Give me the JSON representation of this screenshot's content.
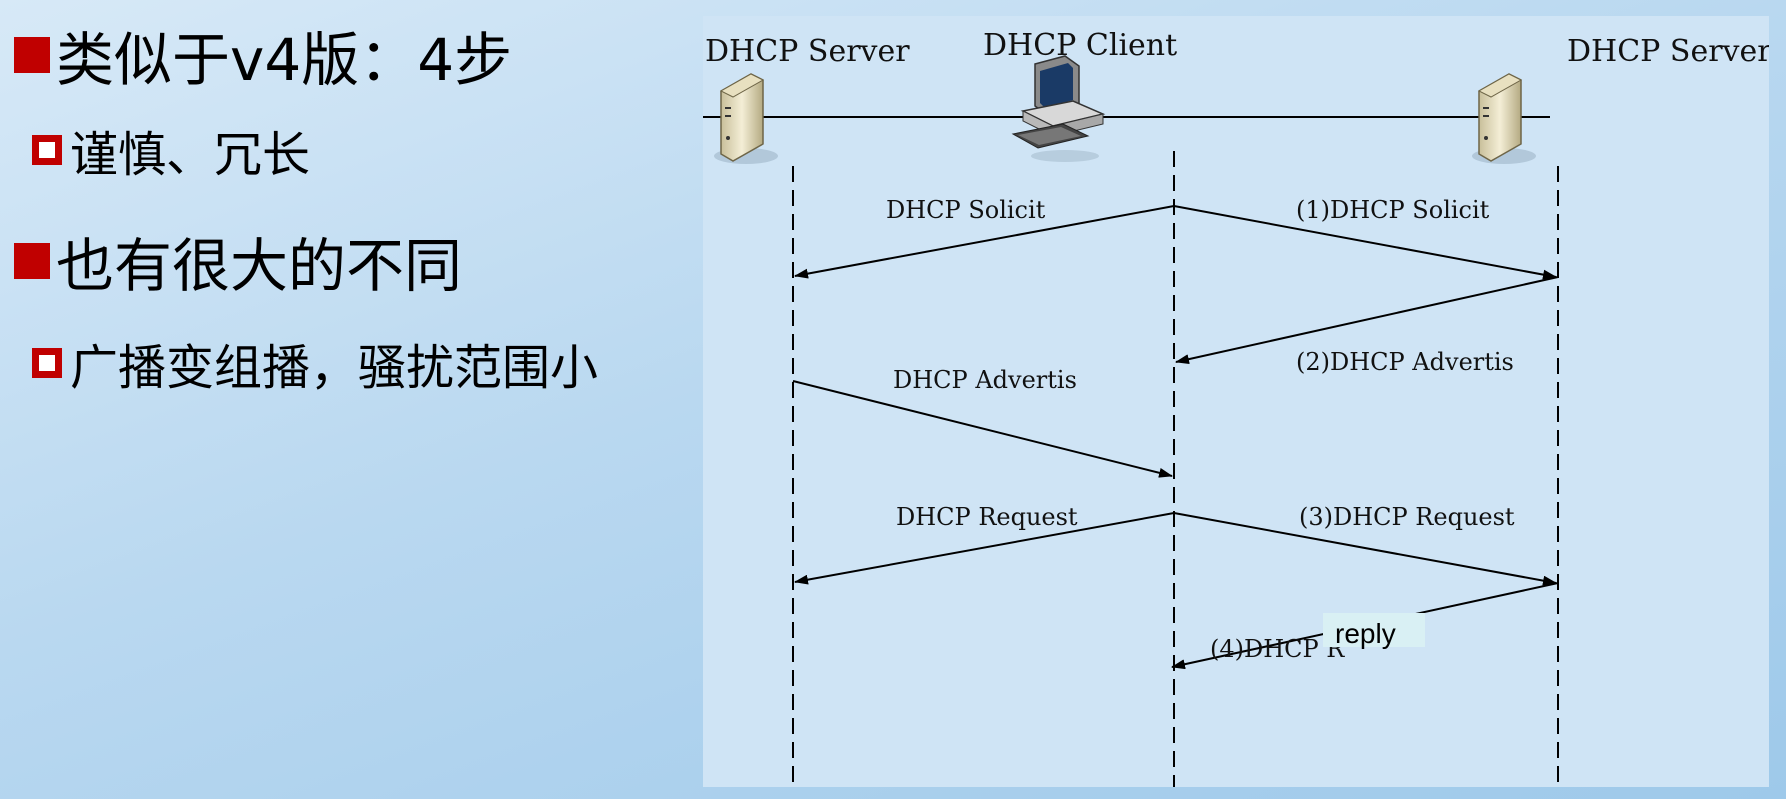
{
  "bullets": [
    {
      "text": "类似于v4版：4步"
    },
    {
      "text": "谨慎、冗长"
    },
    {
      "text": "也有很大的不同"
    },
    {
      "text": "广播变组播，骚扰范围小"
    }
  ],
  "diagram": {
    "nodes": [
      {
        "label": "DHCP Server",
        "icon": "server-icon"
      },
      {
        "label": "DHCP Client",
        "icon": "computer-icon"
      },
      {
        "label": "DHCP Server",
        "icon": "server-icon"
      }
    ],
    "messages": [
      {
        "label": "DHCP Solicit"
      },
      {
        "label": "(1)DHCP Solicit"
      },
      {
        "label": "(2)DHCP Advertis"
      },
      {
        "label": "DHCP Advertis"
      },
      {
        "label": "DHCP Request"
      },
      {
        "label": "(3)DHCP Request"
      },
      {
        "label": "(4)DHCP R"
      }
    ],
    "overlay_note": "reply"
  },
  "colors": {
    "bullet_red": "#c00000",
    "diagram_bg": "#cfe4f5"
  }
}
